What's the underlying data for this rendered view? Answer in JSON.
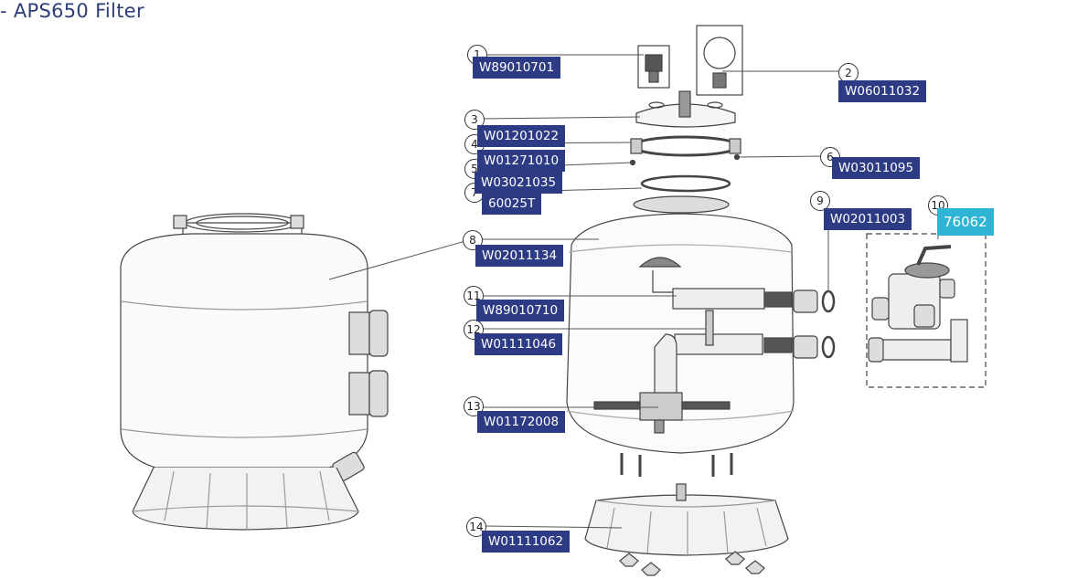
{
  "title": "- APS650 Filter",
  "colors": {
    "label_bg": "#2d3b85",
    "highlight_bg": "#2fb4d6",
    "title": "#2d3e7a"
  },
  "callouts": [
    {
      "num": "1",
      "code": "W89010701"
    },
    {
      "num": "2",
      "code": "W06011032"
    },
    {
      "num": "3",
      "code": "W01201022"
    },
    {
      "num": "4",
      "code": "W01271010"
    },
    {
      "num": "5",
      "code": "W03021035"
    },
    {
      "num": "6",
      "code": "W03011095"
    },
    {
      "num": "7",
      "code": "60025T"
    },
    {
      "num": "8",
      "code": "W02011134"
    },
    {
      "num": "9",
      "code": "W02011003"
    },
    {
      "num": "10",
      "code": "76062"
    },
    {
      "num": "11",
      "code": "W89010710"
    },
    {
      "num": "12",
      "code": "W01111046"
    },
    {
      "num": "13",
      "code": "W01172008"
    },
    {
      "num": "14",
      "code": "W01111062"
    }
  ]
}
